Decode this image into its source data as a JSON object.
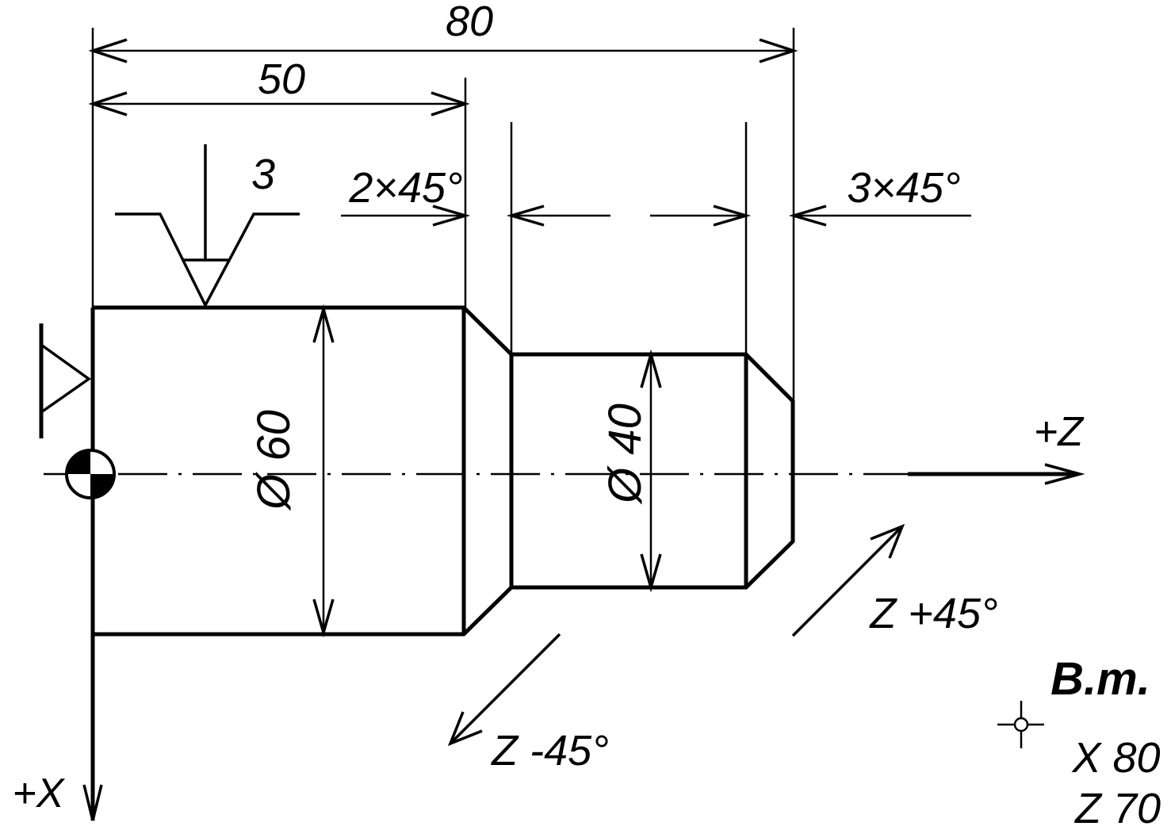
{
  "dimensions": {
    "total_length": "80",
    "step_length": "50",
    "roughness": "3",
    "chamfer_left": "2×45°",
    "chamfer_right": "3×45°",
    "large_diameter": "Ø 60",
    "small_diameter": "Ø 40"
  },
  "axes": {
    "z_axis": "+Z",
    "x_axis": "+X"
  },
  "directions": {
    "z_plus_45": "Z +45°",
    "z_minus_45": "Z -45°"
  },
  "tool_point": {
    "label": "B.m.",
    "x": "X 80",
    "z": "Z 70"
  }
}
